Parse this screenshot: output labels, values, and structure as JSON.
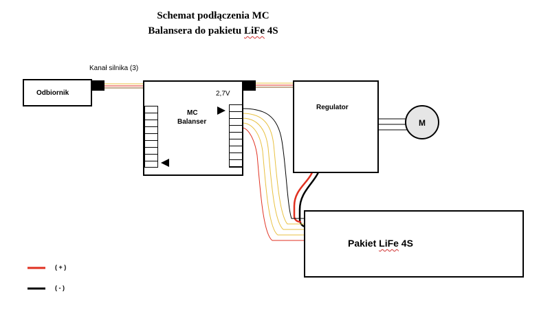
{
  "title": {
    "line1": "Schemat podłączenia MC",
    "line2_prefix": "Balansera do pakietu ",
    "line2_brand": "LiFe",
    "line2_suffix": " 4S"
  },
  "receiver": {
    "label": "Odbiornik"
  },
  "motor_channel": {
    "label": "Kanał silnika (3)"
  },
  "balancer": {
    "line1": "MC",
    "line2": "Balanser",
    "voltage": "2,7V"
  },
  "regulator": {
    "label": "Regulator"
  },
  "motor": {
    "label": "M"
  },
  "battery": {
    "prefix": "Pakiet ",
    "brand": "LiFe",
    "suffix": " 4S"
  },
  "legend": [
    {
      "color": "#e03020",
      "text": "( + )"
    },
    {
      "color": "#000000",
      "text": "( - )"
    }
  ],
  "colors": {
    "wire_red": "#e03020",
    "wire_yellow": "#e8c040",
    "wire_black": "#000000",
    "motor_fill": "#e6e6e6"
  }
}
